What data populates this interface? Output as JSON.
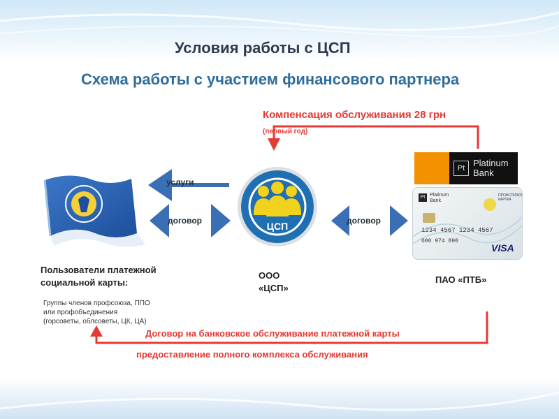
{
  "slide": {
    "title": "Условия работы с ЦСП",
    "subtitle": "Схема работы с участием финансового партнера"
  },
  "flows": {
    "compensation": "Компенсация обслуживания 28 грн",
    "compensation_note": "(первый год)",
    "insurance_arrow": "услуги",
    "contract_left": "договор",
    "contract_right": "договор",
    "bank_agreement": "Договор на банковское обслуживание платежной карты",
    "full_service": "предоставление полного комплекса обслуживания"
  },
  "entities": {
    "users": {
      "caption": "Пользователи платежной социальной карты:",
      "note": "Группы членов профсоюза, ППО или профобъединения (горсоветы, облсоветы, ЦК, ЦА)"
    },
    "csp": {
      "caption": "ООО «ЦСП»",
      "logo_text": "ЦСП"
    },
    "bank": {
      "caption": "ПАО «ПТБ»",
      "logo_mark": "Pt",
      "logo_line1": "Platinum",
      "logo_line2": "Bank",
      "card_number_1": "1234 4567 1234 4567",
      "card_number_2": "000 974 890",
      "card_brand": "VISA",
      "card_org": "ПРОФСПІЛКОВА КАРТКА"
    }
  },
  "colors": {
    "title": "#2e3a4e",
    "subtitle": "#2f6d9c",
    "accent_red": "#e53935",
    "arrow_blue": "#3a6fb5",
    "csp_blue": "#1f6fb2",
    "csp_yellow": "#f2d21d"
  }
}
